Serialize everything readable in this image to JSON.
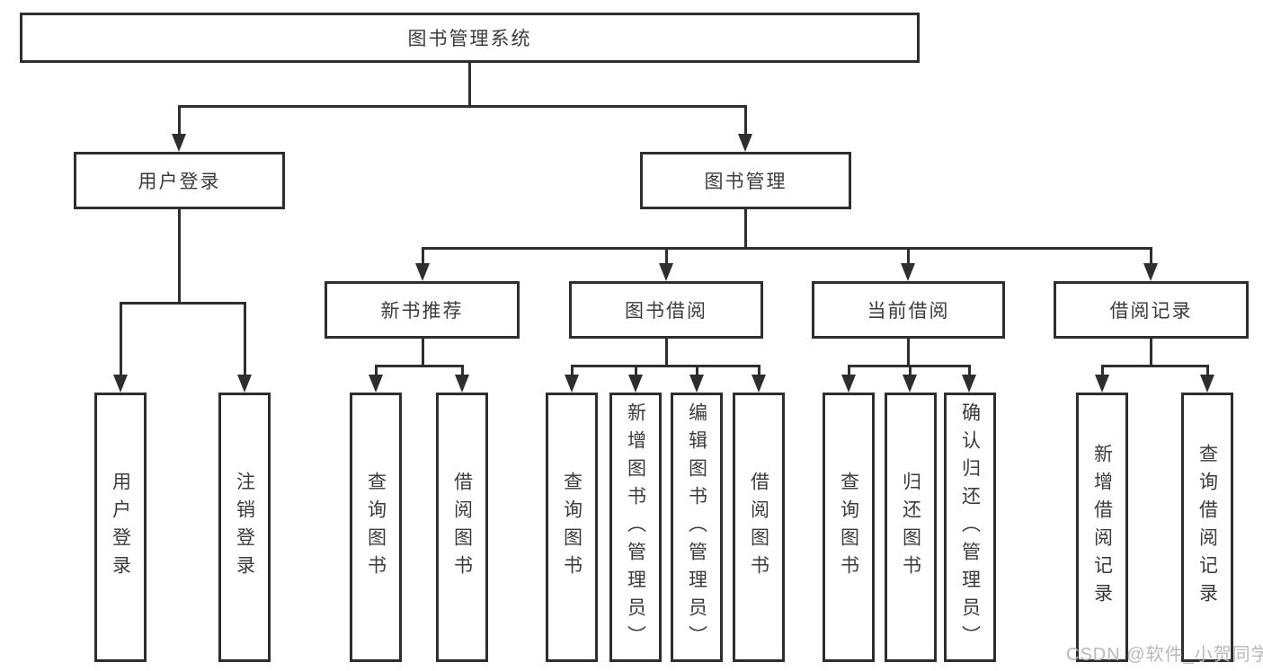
{
  "diagram": {
    "title": "图书管理系统",
    "watermark": "CSDN @软件_小贺同学",
    "colors": {
      "line": "#2e2e2e",
      "text": "#3b3b3b",
      "watermark_text": "#b9b9b9",
      "background": "#ffffff"
    },
    "nodes": {
      "root": "图书管理系统",
      "user_login": "用户登录",
      "book_management": "图书管理",
      "leaf_user_login": "用户登录",
      "leaf_logout": "注销登录",
      "new_book_recommend": "新书推荐",
      "book_borrowing": "图书借阅",
      "current_borrowing": "当前借阅",
      "borrowing_records": "借阅记录",
      "nb_query_books": "查询图书",
      "nb_borrow_books": "借阅图书",
      "bb_query_books": "查询图书",
      "bb_add_books": "新增图书（管理员）",
      "bb_edit_books": "编辑图书（管理员）",
      "bb_borrow_books": "借阅图书",
      "cb_query_books": "查询图书",
      "cb_return_books": "归还图书",
      "cb_confirm_return": "确认归还（管理员）",
      "br_add_record": "新增借阅记录",
      "br_query_record": "查询借阅记录"
    },
    "hierarchy": {
      "图书管理系统": {
        "用户登录": [
          "用户登录",
          "注销登录"
        ],
        "图书管理": {
          "新书推荐": [
            "查询图书",
            "借阅图书"
          ],
          "图书借阅": [
            "查询图书",
            "新增图书（管理员）",
            "编辑图书（管理员）",
            "借阅图书"
          ],
          "当前借阅": [
            "查询图书",
            "归还图书",
            "确认归还（管理员）"
          ],
          "借阅记录": [
            "新增借阅记录",
            "查询借阅记录"
          ]
        }
      }
    }
  }
}
